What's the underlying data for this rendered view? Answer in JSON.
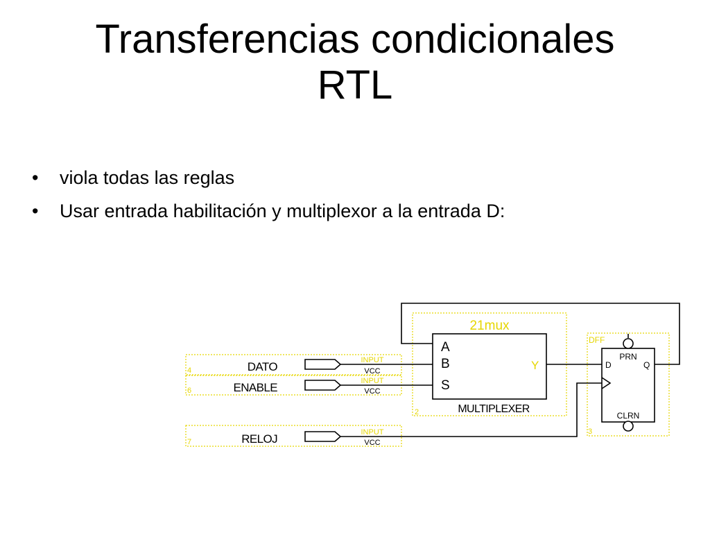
{
  "slide": {
    "title_line1": "Transferencias condicionales",
    "title_line2": "RTL",
    "bullets": [
      "viola todas las reglas",
      "Usar entrada habilitación y multiplexor a la entrada D:"
    ]
  },
  "schematic": {
    "colors": {
      "wire": "#000000",
      "symbol_label": "#e6d600",
      "dotted_border": "#e6d600",
      "text": "#000000"
    },
    "inputs": [
      {
        "index": "4",
        "name": "DATO",
        "type": "INPUT",
        "value": "VCC"
      },
      {
        "index": "6",
        "name": "ENABLE",
        "type": "INPUT",
        "value": "VCC"
      },
      {
        "index": "7",
        "name": "RELOJ",
        "type": "INPUT",
        "value": "VCC"
      }
    ],
    "mux": {
      "index": "2",
      "name": "21mux",
      "label": "MULTIPLEXER",
      "pins": {
        "a": "A",
        "b": "B",
        "s": "S",
        "y": "Y"
      }
    },
    "dff": {
      "index": "3",
      "name": "DFF",
      "pins": {
        "d": "D",
        "q": "Q",
        "prn": "PRN",
        "clrn": "CLRN"
      }
    }
  }
}
